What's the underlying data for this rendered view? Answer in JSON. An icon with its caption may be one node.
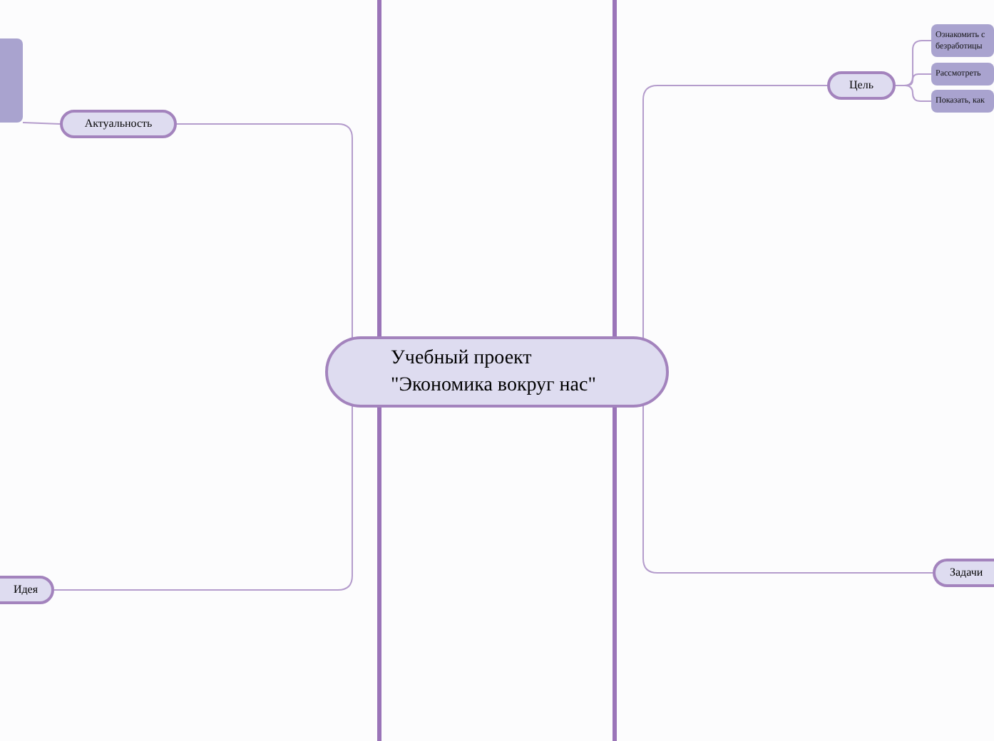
{
  "diagram": {
    "nodes": [
      {
        "text": [
          "Учебный проект \"Экономика вокруг нас\""
        ]
      },
      {
        "text": [
          "Актуальность"
        ]
      },
      {
        "text": [],
        "shape": "box"
      },
      {
        "text": [
          "Идея"
        ]
      },
      {
        "text": [
          "Цель"
        ]
      },
      {
        "text": [
          "Ознакомить с безработицы"
        ]
      },
      {
        "text": [
          "Рассмотреть"
        ]
      },
      {
        "text": [
          "Показать, как"
        ]
      },
      {
        "text": [
          "Задачи"
        ]
      }
    ],
    "edges": [
      {
        "from": 0,
        "to": 1,
        "arrow": "none"
      },
      {
        "from": 1,
        "to": 2,
        "arrow": "none"
      },
      {
        "from": 0,
        "to": 3,
        "arrow": "none"
      },
      {
        "from": 0,
        "to": 4,
        "arrow": "none"
      },
      {
        "from": 4,
        "to": 5,
        "arrow": "none"
      },
      {
        "from": 4,
        "to": 6,
        "arrow": "none"
      },
      {
        "from": 4,
        "to": 7,
        "arrow": "none"
      },
      {
        "from": 0,
        "to": 8,
        "arrow": "none"
      },
      {
        "from": 0,
        "to": null,
        "arrow": "none",
        "style": "thick"
      },
      {
        "from": 0,
        "to": null,
        "arrow": "none",
        "style": "thick"
      },
      {
        "from": 0,
        "to": null,
        "arrow": "none",
        "style": "thick"
      },
      {
        "from": 0,
        "to": null,
        "arrow": "none",
        "style": "thick"
      }
    ]
  }
}
